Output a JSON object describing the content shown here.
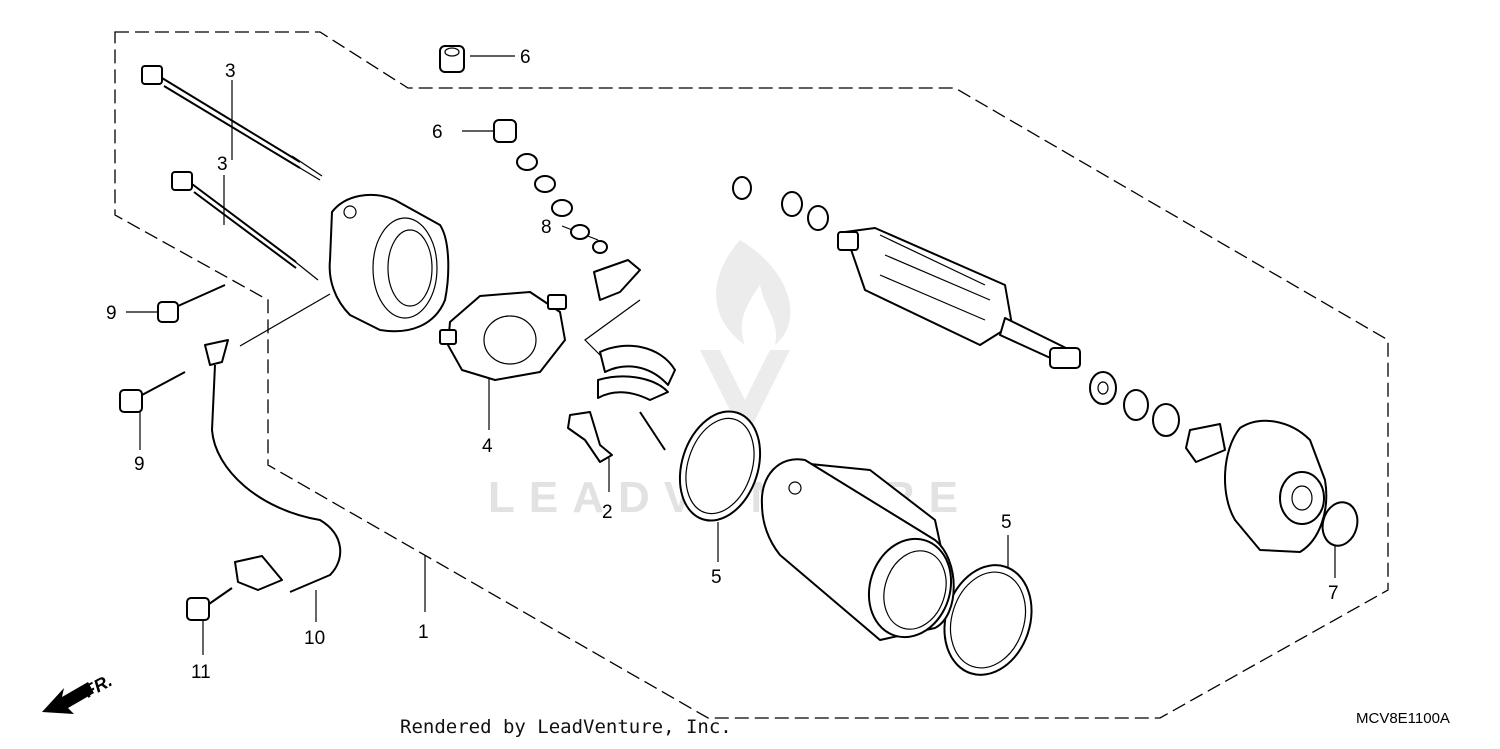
{
  "watermark": {
    "text": "LEADVENTURE"
  },
  "front_marker": {
    "text": "FR."
  },
  "callouts": {
    "c1": "1",
    "c2": "2",
    "c3a": "3",
    "c3b": "3",
    "c4": "4",
    "c5a": "5",
    "c5b": "5",
    "c6a": "6",
    "c6b": "6",
    "c7": "7",
    "c8": "8",
    "c9a": "9",
    "c9b": "9",
    "c10": "10",
    "c11": "11"
  },
  "footer": {
    "credit": "Rendered by LeadVenture, Inc.",
    "diagram_code": "MCV8E1100A"
  }
}
